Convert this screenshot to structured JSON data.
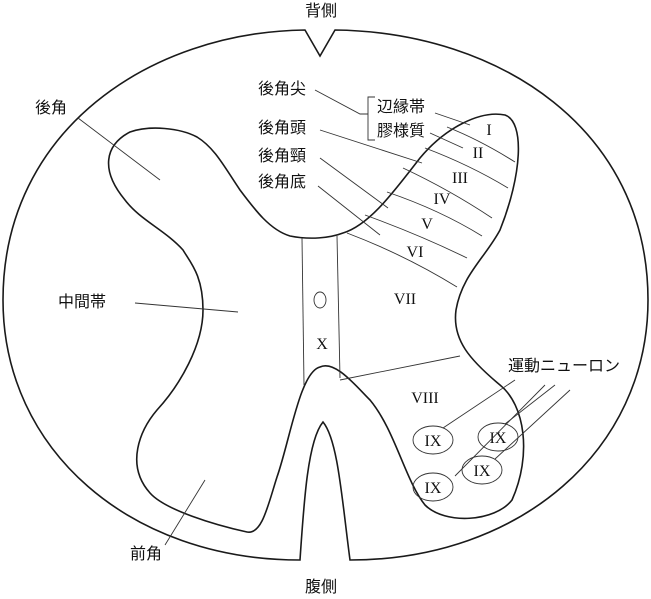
{
  "title": "脊髄灰白質のレクセドの層",
  "orientation": {
    "top": "背側",
    "bottom": "腹側"
  },
  "regions": {
    "dorsal_horn": "後角",
    "intermediate_zone": "中間帯",
    "ventral_horn": "前角",
    "apex": "後角尖",
    "head": "後角頭",
    "neck": "後角頸",
    "base": "後角底",
    "marginal_zone": "辺縁帯",
    "substantia_gelatinosa": "膠様質",
    "motor_neurons": "運動ニューロン"
  },
  "laminae": [
    "I",
    "II",
    "III",
    "IV",
    "V",
    "VI",
    "VII",
    "VIII",
    "IX",
    "X"
  ],
  "motor_pools": [
    "IX",
    "IX",
    "IX",
    "IX"
  ]
}
